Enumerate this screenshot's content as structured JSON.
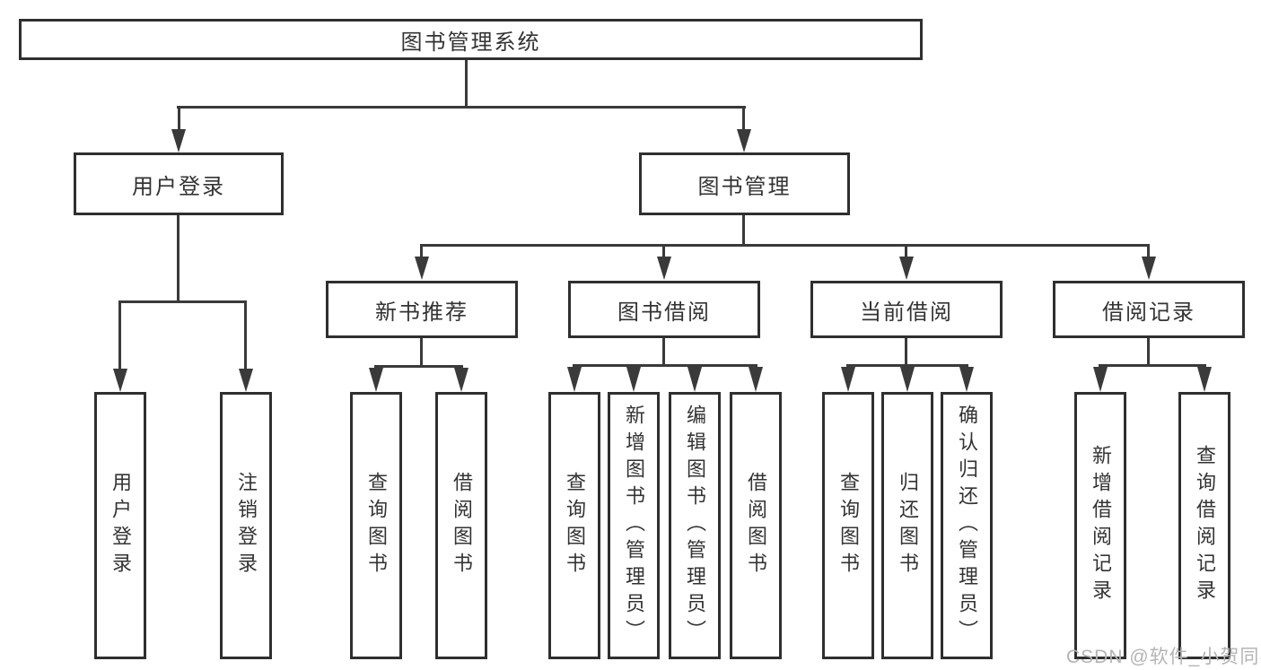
{
  "diagram": {
    "root": {
      "label": "图书管理系统"
    },
    "level2": [
      {
        "label": "用户登录",
        "children": [
          {
            "label": "用户登录"
          },
          {
            "label": "注销登录"
          }
        ]
      },
      {
        "label": "图书管理",
        "children": [
          {
            "label": "新书推荐",
            "children": [
              {
                "label": "查询图书"
              },
              {
                "label": "借阅图书"
              }
            ]
          },
          {
            "label": "图书借阅",
            "children": [
              {
                "label": "查询图书"
              },
              {
                "label": "新增图书（管理员）"
              },
              {
                "label": "编辑图书（管理员）"
              },
              {
                "label": "借阅图书"
              }
            ]
          },
          {
            "label": "当前借阅",
            "children": [
              {
                "label": "查询图书"
              },
              {
                "label": "归还图书"
              },
              {
                "label": "确认归还（管理员）"
              }
            ]
          },
          {
            "label": "借阅记录",
            "children": [
              {
                "label": "新增借阅记录"
              },
              {
                "label": "查询借阅记录"
              }
            ]
          }
        ]
      }
    ]
  },
  "watermark": {
    "text": "CSDN @软件_小贺同学"
  },
  "colors": {
    "background": "#ffffff",
    "line": "#3a3a3a",
    "box_border": "#2f2f2f",
    "text": "#333333",
    "watermark": "#b4b4b4"
  }
}
